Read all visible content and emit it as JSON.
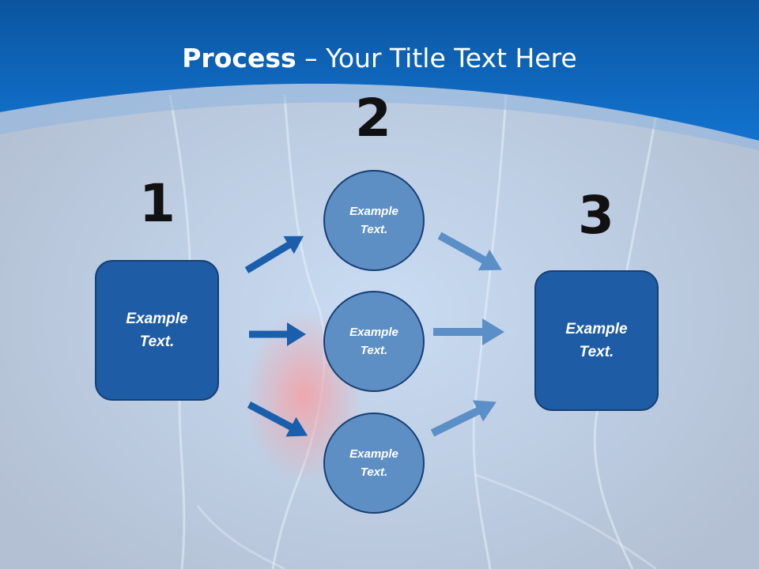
{
  "slide": {
    "title_bold": "Process",
    "title_rest": " – Your Title Text Here"
  },
  "steps": {
    "one": {
      "number": "1",
      "box_text": "Example\nText."
    },
    "two": {
      "number": "2",
      "circles": [
        {
          "text": "Example\nText."
        },
        {
          "text": "Example\nText."
        },
        {
          "text": "Example\nText."
        }
      ]
    },
    "three": {
      "number": "3",
      "box_text": "Example\nText."
    }
  },
  "colors": {
    "header_blue": "#0a64b8",
    "box_fill": "#1f5ca6",
    "circle_fill": "#5e8fc4",
    "arrow_dark": "#1a5fab",
    "arrow_light": "#5b8fc7"
  }
}
